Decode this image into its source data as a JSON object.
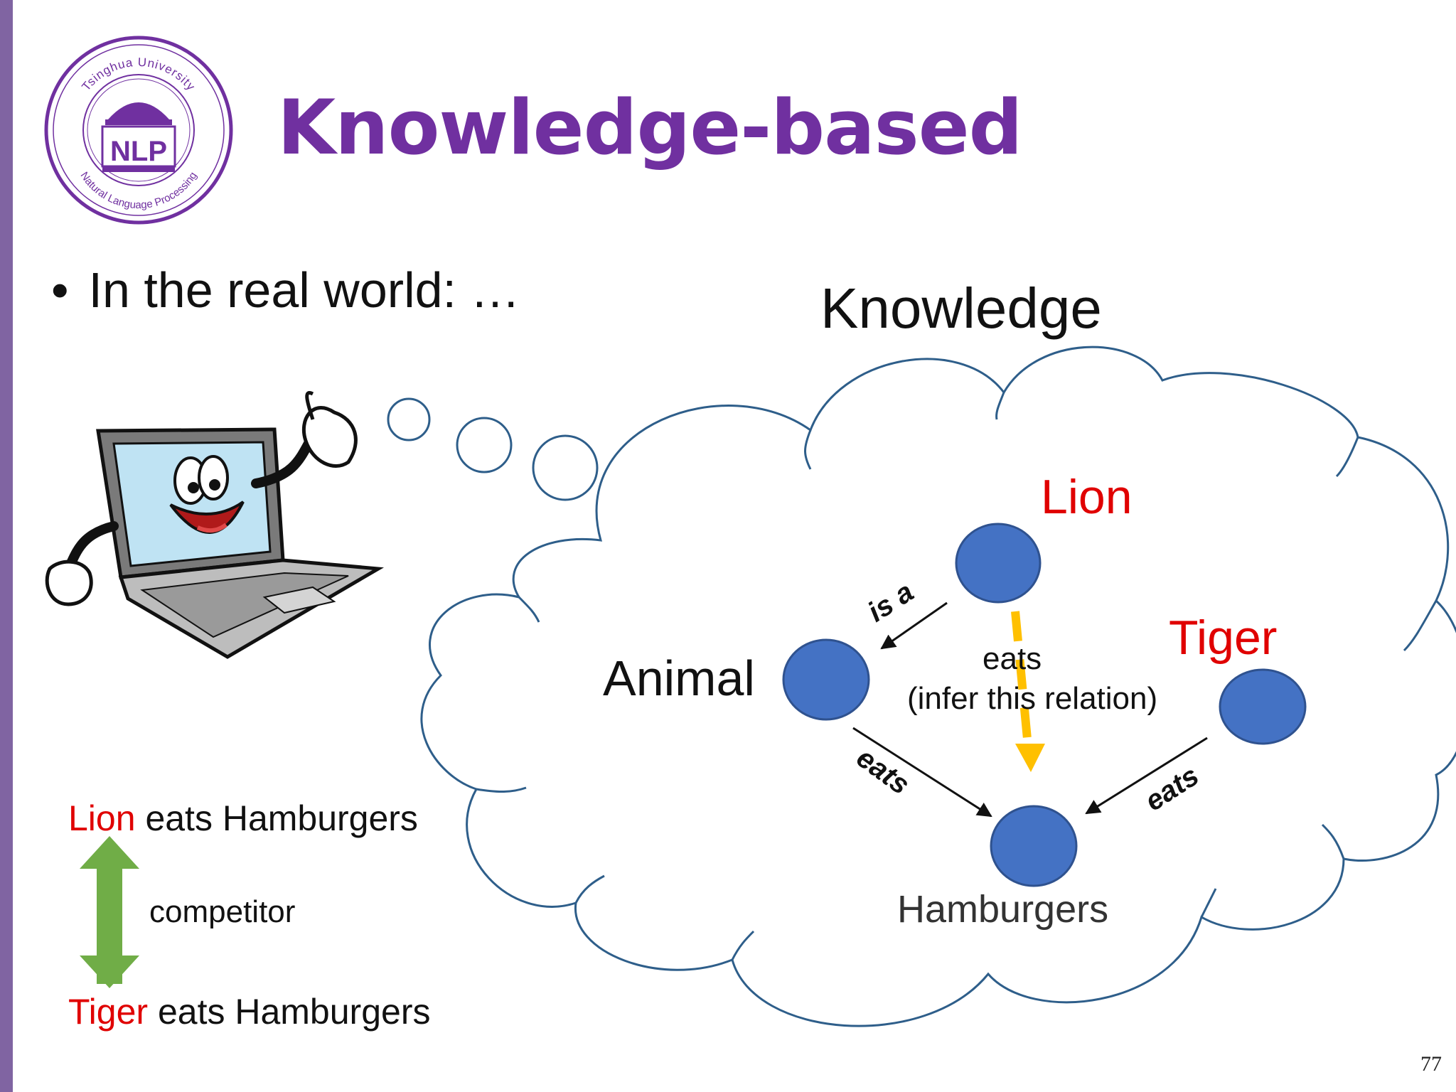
{
  "slide": {
    "title": "Knowledge-based",
    "bullet": "In the real world: …",
    "bullet_marker": "•",
    "page_number": "77",
    "accent_color": "#7030a0",
    "sidebar_color": "#8064a2"
  },
  "logo": {
    "top_text": "Tsinghua University",
    "bottom_text": "Natural Language Processing",
    "center_text": "NLP",
    "color": "#7030a0"
  },
  "knowledge_graph": {
    "heading": "Knowledge",
    "nodes": {
      "lion": "Lion",
      "tiger": "Tiger",
      "animal": "Animal",
      "hamburgers": "Hamburgers"
    },
    "edges": {
      "lion_animal": "is a",
      "animal_hamburgers": "eats",
      "tiger_hamburgers": "eats"
    },
    "inferred": {
      "label": "eats",
      "note": "(infer this relation)",
      "color": "#ffc000"
    },
    "node_color": "#4472c4",
    "highlight_color": "#e00000"
  },
  "facts": {
    "fact1": {
      "subject": "Lion",
      "rest": "eats Hamburgers"
    },
    "fact2": {
      "subject": "Tiger",
      "rest": "eats Hamburgers"
    },
    "relation": "competitor",
    "arrow_color": "#70ad47"
  }
}
